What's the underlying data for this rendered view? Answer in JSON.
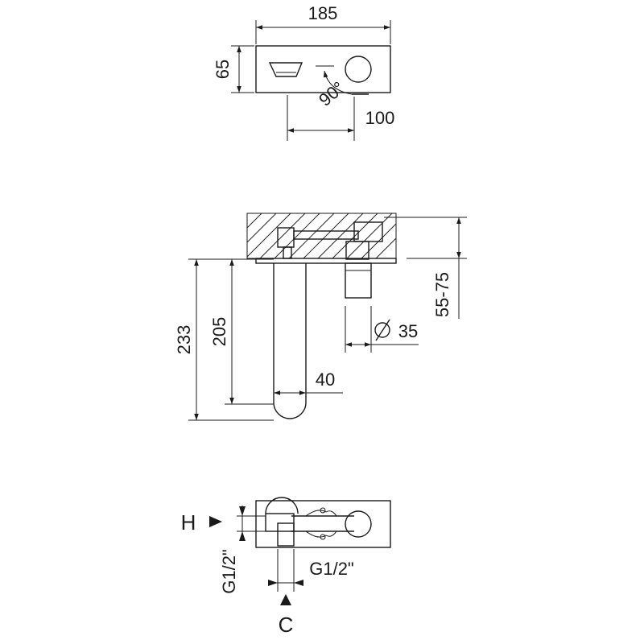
{
  "top_view": {
    "width_label": "185",
    "height_label": "65",
    "angle_label": "90°",
    "spacing_label": "100"
  },
  "side_view": {
    "depth_label": "55-75",
    "diameter_label": "35",
    "height_total_label": "233",
    "height_spout_label": "205",
    "spout_width_label": "40"
  },
  "front_view": {
    "hot_label": "H",
    "cold_label": "C",
    "thread_vertical_label": "G1/2\"",
    "thread_horizontal_label": "G1/2\""
  }
}
